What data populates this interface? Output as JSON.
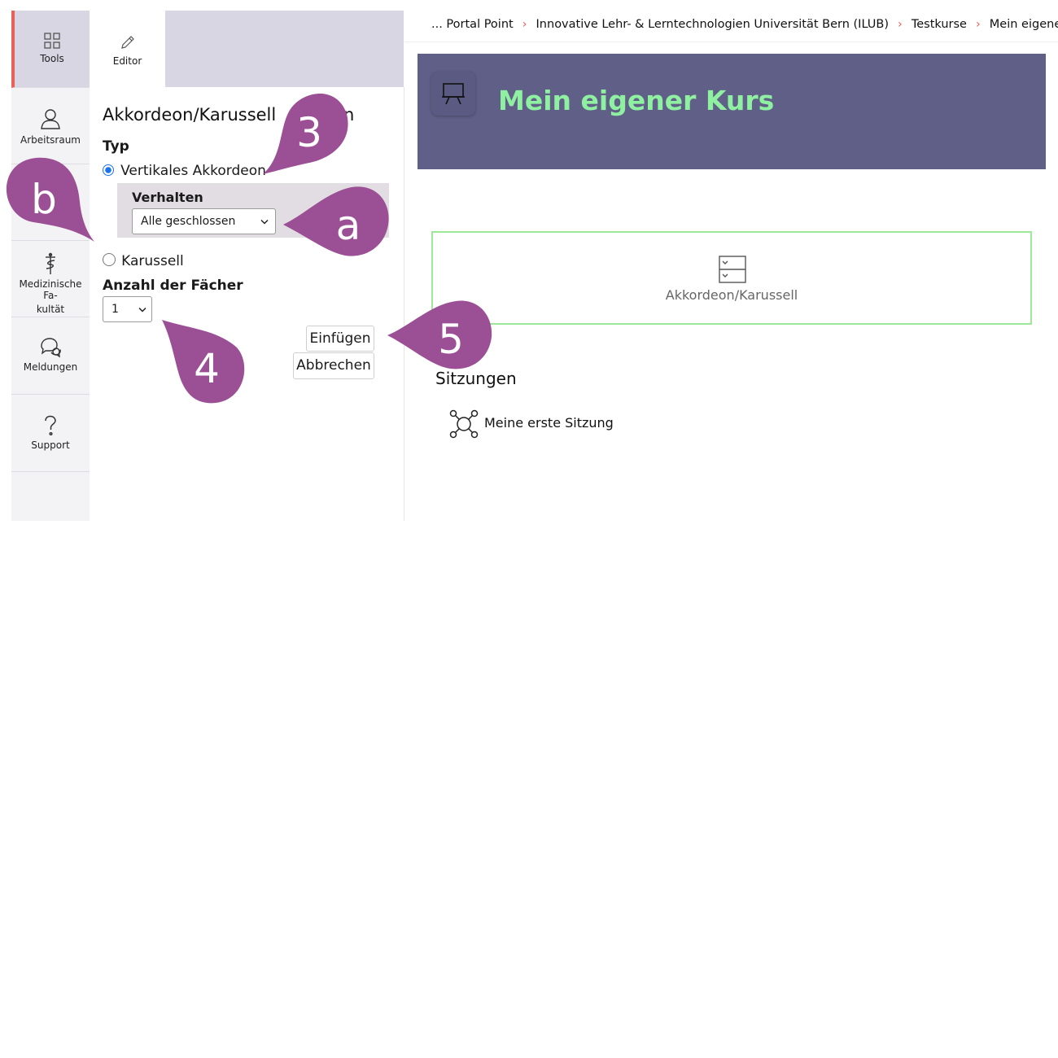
{
  "rail": {
    "items": [
      {
        "label": "Tools",
        "icon": "grid-icon"
      },
      {
        "label": "Arbeitsraum",
        "icon": "person-icon"
      },
      {
        "label": "Medizinische Fa-",
        "label2": "kultät",
        "icon": "caduceus-icon"
      },
      {
        "label": "Meldungen",
        "icon": "chat-icon"
      },
      {
        "label": "Support",
        "icon": "question-icon"
      }
    ],
    "accent": "#e8615a"
  },
  "editor_tab": {
    "label": "Editor",
    "icon": "pencil-icon"
  },
  "panel": {
    "title": "Akkordeon/Karussell",
    "title_tail": "n",
    "type_label": "Typ",
    "option_vertical": "Vertikales Akkordeon",
    "behavior_label": "Verhalten",
    "behavior_value": "Alle geschlossen",
    "option_carousel": "Karussell",
    "count_label": "Anzahl der Fächer",
    "count_value": "1",
    "insert_button": "Einfügen",
    "cancel_button": "Abbrechen"
  },
  "breadcrumb": [
    "... Portal Point",
    "Innovative Lehr- & Lerntechnologien Universität Bern (ILUB)",
    "Testkurse",
    "Mein eigener Kurs"
  ],
  "course": {
    "title": "Mein eigener Kurs",
    "title_color": "#8ef0a0",
    "banner_color": "#5f5f87"
  },
  "accordion_block": {
    "label": "Akkordeon/Karussell",
    "border_color": "#9fe89a"
  },
  "sessions": {
    "heading": "Sitzungen",
    "items": [
      "Meine erste Sitzung"
    ]
  },
  "callouts": {
    "color": "#9b4f94",
    "labels": [
      "3",
      "a",
      "b",
      "4",
      "5"
    ]
  }
}
